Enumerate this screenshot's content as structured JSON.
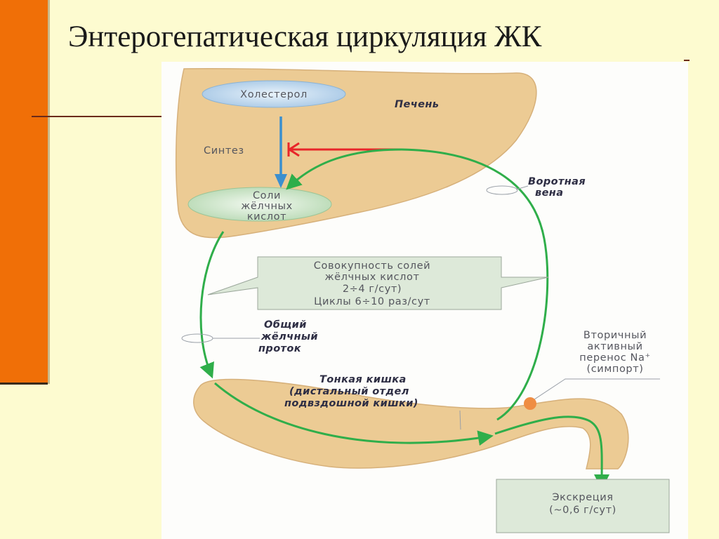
{
  "slide": {
    "title": "Энтерогепатическая циркуляция ЖК"
  },
  "liver": {
    "name": "Печень",
    "cholesterol": "Холестерол",
    "synthesis": "Синтез",
    "bile_salts": [
      "Соли",
      "жёлчных",
      "кислот"
    ]
  },
  "portal_vein": [
    "Воротная",
    "вена"
  ],
  "pool_box": [
    "Совокупность солей",
    "жёлчных кислот",
    "2÷4 г/сут)",
    "Циклы 6÷10 раз/сут"
  ],
  "bile_duct": [
    "Общий",
    "жёлчный",
    "проток"
  ],
  "small_intestine": [
    "Тонкая кишка",
    "(дистальный отдел",
    "подвздошной кишки)"
  ],
  "transport": [
    "Вторичный",
    "активный",
    "перенос Na⁺",
    "(симпорт)"
  ],
  "excretion": [
    "Экскреция",
    "(~0,6 г/сут)"
  ],
  "colors": {
    "accent_bar": "#f06f07",
    "liver": "#eccb94",
    "arrow_green": "#2fae4a",
    "arrow_blue": "#3b8fcf",
    "feedback_red": "#e8262a",
    "box_fill": "#dde9d9"
  }
}
